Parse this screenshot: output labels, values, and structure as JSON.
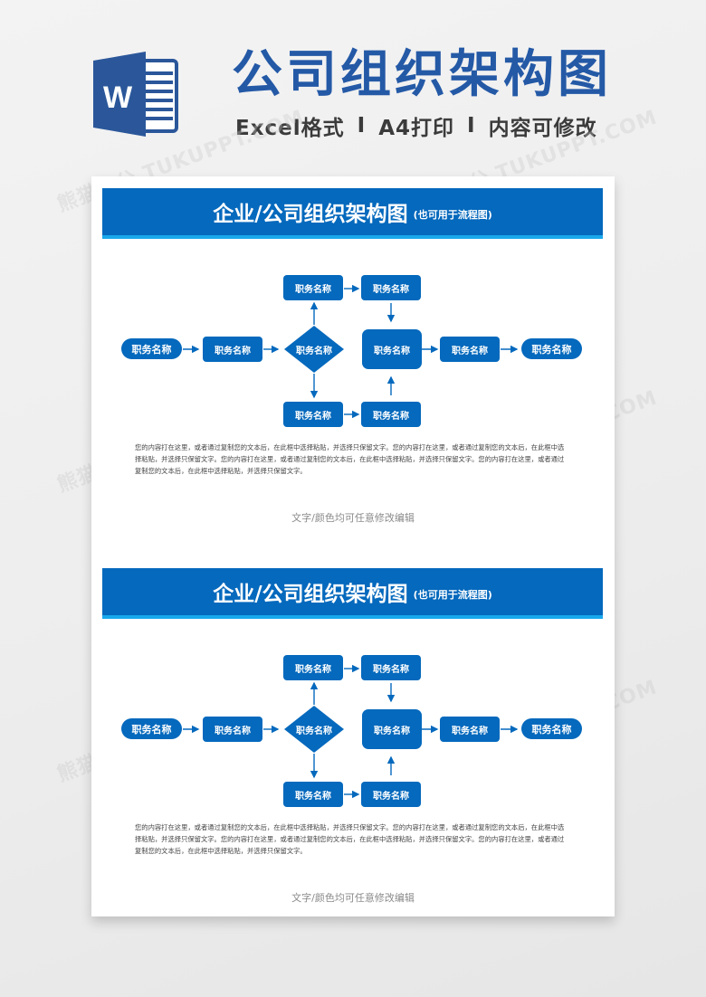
{
  "banner": {
    "icon": "word-document-icon",
    "icon_letter": "W",
    "title": "公司组织架构图",
    "subtitle_parts": [
      "Excel格式",
      "A4打印",
      "内容可修改"
    ],
    "separator": "I"
  },
  "sections": [
    {
      "header_title": "企业/公司组织架构图",
      "header_subtitle": "(也可用于流程图)",
      "flow": {
        "start": "职务名称",
        "step1": "职务名称",
        "decision": "职务名称",
        "top_left": "职务名称",
        "top_right": "职务名称",
        "bottom_left": "职务名称",
        "bottom_right": "职务名称",
        "merge": "职务名称",
        "step2": "职务名称",
        "end": "职务名称"
      },
      "body_text": "您的内容打在这里，或者通过复制您的文本后，在此框中选择粘贴，并选择只保留文字。您的内容打在这里，或者通过复制您的文本后，在此框中选择粘贴，并选择只保留文字。您的内容打在这里，或者通过复制您的文本后，在此框中选择粘贴，并选择只保留文字。您的内容打在这里，或者通过复制您的文本后，在此框中选择粘贴，并选择只保留文字。",
      "note": "文字/颜色均可任意修改编辑"
    },
    {
      "header_title": "企业/公司组织架构图",
      "header_subtitle": "(也可用于流程图)",
      "flow": {
        "start": "职务名称",
        "step1": "职务名称",
        "decision": "职务名称",
        "top_left": "职务名称",
        "top_right": "职务名称",
        "bottom_left": "职务名称",
        "bottom_right": "职务名称",
        "merge": "职务名称",
        "step2": "职务名称",
        "end": "职务名称"
      },
      "body_text": "您的内容打在这里，或者通过复制您的文本后，在此框中选择粘贴，并选择只保留文字。您的内容打在这里，或者通过复制您的文本后，在此框中选择粘贴，并选择只保留文字。您的内容打在这里，或者通过复制您的文本后，在此框中选择粘贴，并选择只保留文字。您的内容打在这里，或者通过复制您的文本后，在此框中选择粘贴，并选择只保留文字。",
      "note": "文字/颜色均可任意修改编辑"
    }
  ],
  "watermark": "熊猫办公 TUKUPPT.COM",
  "colors": {
    "primary_blue": "#0569bd",
    "accent_cyan": "#19a8ec",
    "banner_title": "#2459a6",
    "word_blue": "#2b579a"
  }
}
